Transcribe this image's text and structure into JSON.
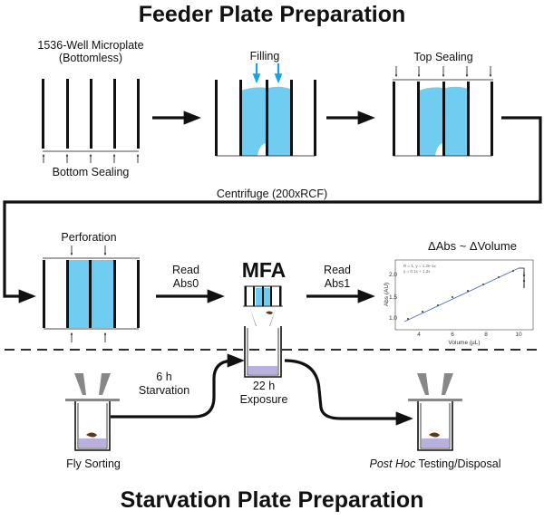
{
  "titles": {
    "top": "Feeder Plate Preparation",
    "bottom": "Starvation Plate Preparation"
  },
  "steps": {
    "microplate_line1": "1536-Well Microplate",
    "microplate_line2": "(Bottomless)",
    "bottom_sealing": "Bottom Sealing",
    "filling": "Filling",
    "top_sealing": "Top Sealing",
    "centrifuge": "Centrifuge (200xRCF)",
    "perforation": "Perforation",
    "read_abs0_line1": "Read",
    "read_abs0_line2": "Abs0",
    "mfa": "MFA",
    "read_abs1_line1": "Read",
    "read_abs1_line2": "Abs1",
    "starvation_line1": "6 h",
    "starvation_line2": "Starvation",
    "exposure_line1": "22 h",
    "exposure_line2": "Exposure",
    "fly_sorting": "Fly Sorting",
    "post_hoc_italic": "Post Hoc",
    "post_hoc_rest": " Testing/Disposal"
  },
  "plot": {
    "relation": "ΔAbs ~ ΔVolume",
    "ylabel": "Abs (AU)",
    "xlabel": "Volume (µL)",
    "equation_line1": "R = 1, y = 1.2e-1x",
    "equation_line2": "y = 0.1x + 1.2x",
    "yticks": [
      "1.0",
      "1.5",
      "2.0"
    ],
    "xticks": [
      "4",
      "6",
      "8",
      "10"
    ]
  },
  "colors": {
    "liquid": "#6fcdf2",
    "fill_arrow": "#1aa3e0",
    "sucrose": "#b9b1dd"
  }
}
